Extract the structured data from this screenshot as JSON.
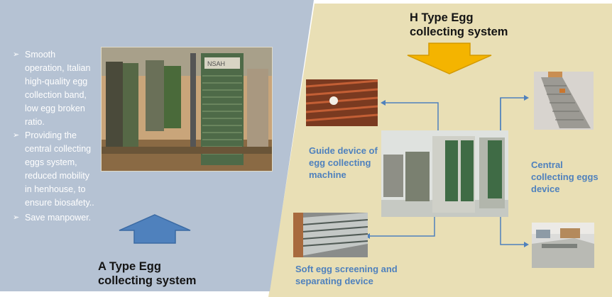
{
  "left_panel": {
    "bullets": [
      "Smooth operation, Italian high-quality egg collection band, low egg broken ratio.",
      "Providing the central collecting eggs system, reduced mobility in henhouse, to ensure biosafety..",
      "Save manpower."
    ],
    "title": "A Type Egg collecting system",
    "photo_sign": "NSAH"
  },
  "right_panel": {
    "title": "H Type Egg collecting system",
    "labels": {
      "guide_device": "Guide device of egg collecting machine",
      "central_device": "Central collecting eggs device",
      "soft_screening": "Soft egg screening and separating device"
    }
  },
  "colors": {
    "left_background": "#b5c2d3",
    "right_background": "#e9dfb5",
    "label_blue": "#4f81bd",
    "up_arrow": "#4f81bd",
    "down_arrow": "#f4b400"
  }
}
